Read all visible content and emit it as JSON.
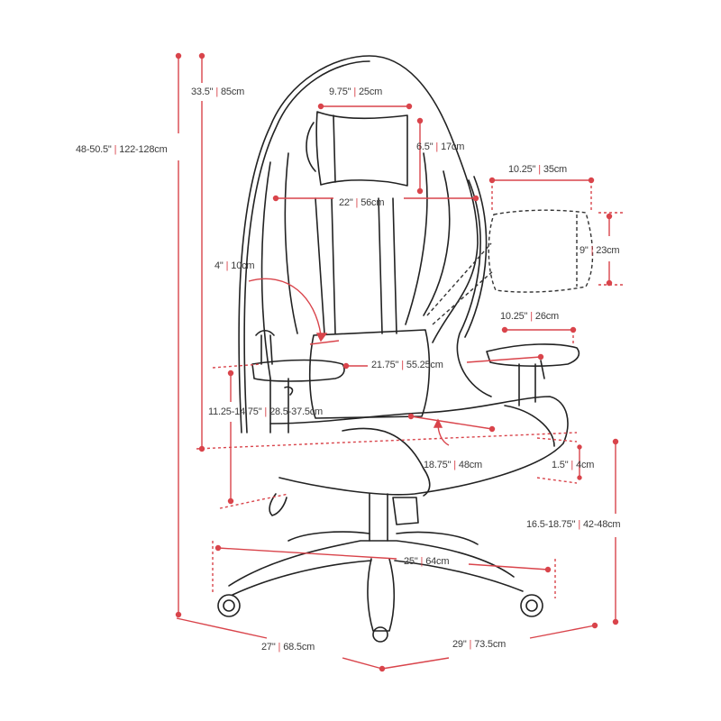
{
  "diagram": {
    "subject": "Gaming office chair dimension drawing",
    "line_color": "#222222",
    "dimension_color": "#d9444b",
    "separator": "|"
  },
  "dimensions": {
    "total_height": {
      "imperial": "48-50.5\"",
      "metric": "122-128cm"
    },
    "backrest_height": {
      "imperial": "33.5\"",
      "metric": "85cm"
    },
    "headrest_width": {
      "imperial": "9.75\"",
      "metric": "25cm"
    },
    "headrest_height": {
      "imperial": "6.5\"",
      "metric": "17cm"
    },
    "backrest_width": {
      "imperial": "22\"",
      "metric": "56cm"
    },
    "lumbar_width": {
      "imperial": "10.25\"",
      "metric": "35cm"
    },
    "lumbar_height": {
      "imperial": "9\"",
      "metric": "23cm"
    },
    "armrest_adjust": {
      "imperial": "4\"",
      "metric": "10cm"
    },
    "armrest_pad_length": {
      "imperial": "10.25\"",
      "metric": "26cm"
    },
    "between_armrests": {
      "imperial": "21.75\"",
      "metric": "55.25cm"
    },
    "armrest_height": {
      "imperial": "11.25-14.75\"",
      "metric": "28.5-37.5cm"
    },
    "seat_depth": {
      "imperial": "18.75\"",
      "metric": "48cm"
    },
    "seat_cushion_thickness": {
      "imperial": "1.5\"",
      "metric": "4cm"
    },
    "seat_height": {
      "imperial": "16.5-18.75\"",
      "metric": "42-48cm"
    },
    "base_diameter": {
      "imperial": "25\"",
      "metric": "64cm"
    },
    "overall_width": {
      "imperial": "27\"",
      "metric": "68.5cm"
    },
    "overall_depth": {
      "imperial": "29\"",
      "metric": "73.5cm"
    }
  }
}
